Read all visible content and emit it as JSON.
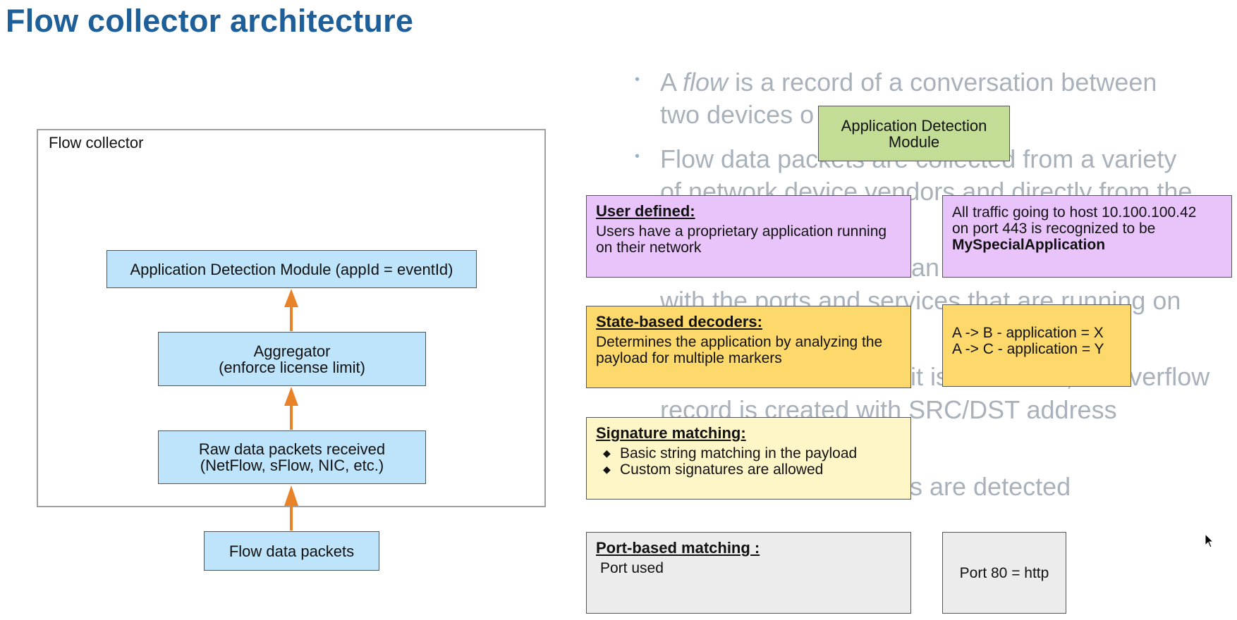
{
  "title": "Flow collector architecture",
  "left_diagram": {
    "container_label": "Flow collector",
    "boxes": {
      "app_detection": "Application Detection Module (appId = eventId)",
      "aggregator_line1": "Aggregator",
      "aggregator_line2": "(enforce license limit)",
      "raw_line1": "Raw data packets received",
      "raw_line2": "(NetFlow, sFlow, NIC, etc.)",
      "flow_data": "Flow data packets"
    },
    "arrow_color": "#e8832a"
  },
  "background_slide": {
    "bullet1_pre": "A ",
    "bullet1_italic": "flow",
    "bullet1_post": " is a record of a conversation between",
    "bullet1_line2": "two devices o",
    "bullet2_line1": "Flow data packets are collected from a variety",
    "bullet2_line2": "of network device vendors and directly from the",
    "frag_an": "an",
    "frag_ports": "with the ports and services that are running on",
    "frag_exceeded": "it is exceeded, an overflow",
    "frag_record": "record is created with SRC/DST address",
    "frag_detected": "s are detected"
  },
  "right_diagram": {
    "app_detection_module": "Application Detection Module",
    "user_defined": {
      "title": "User defined:",
      "body": "Users have a proprietary application running on their network",
      "example_line1": "All traffic going to host 10.100.100.42",
      "example_line2": "on port 443 is recognized to be",
      "example_bold": "MySpecialApplication"
    },
    "state_based": {
      "title": "State-based decoders:",
      "body": "Determines the application by analyzing the payload for multiple markers",
      "example_line1": "A -> B - application = X",
      "example_line2": "A -> C - application = Y"
    },
    "signature": {
      "title": "Signature matching:",
      "items": [
        "Basic string matching in the payload",
        "Custom signatures are allowed"
      ]
    },
    "port_based": {
      "title": "Port-based matching :",
      "body": "Port used",
      "example": "Port 80 = http"
    }
  },
  "colors": {
    "title": "#1f5f99",
    "blue_box": "#bde4fb",
    "pink_box": "#e8c4fb",
    "orange_box": "#fdd96b",
    "yellow_box": "#fff6c8",
    "gray_box": "#ececec",
    "green_box": "#c3dc96"
  }
}
